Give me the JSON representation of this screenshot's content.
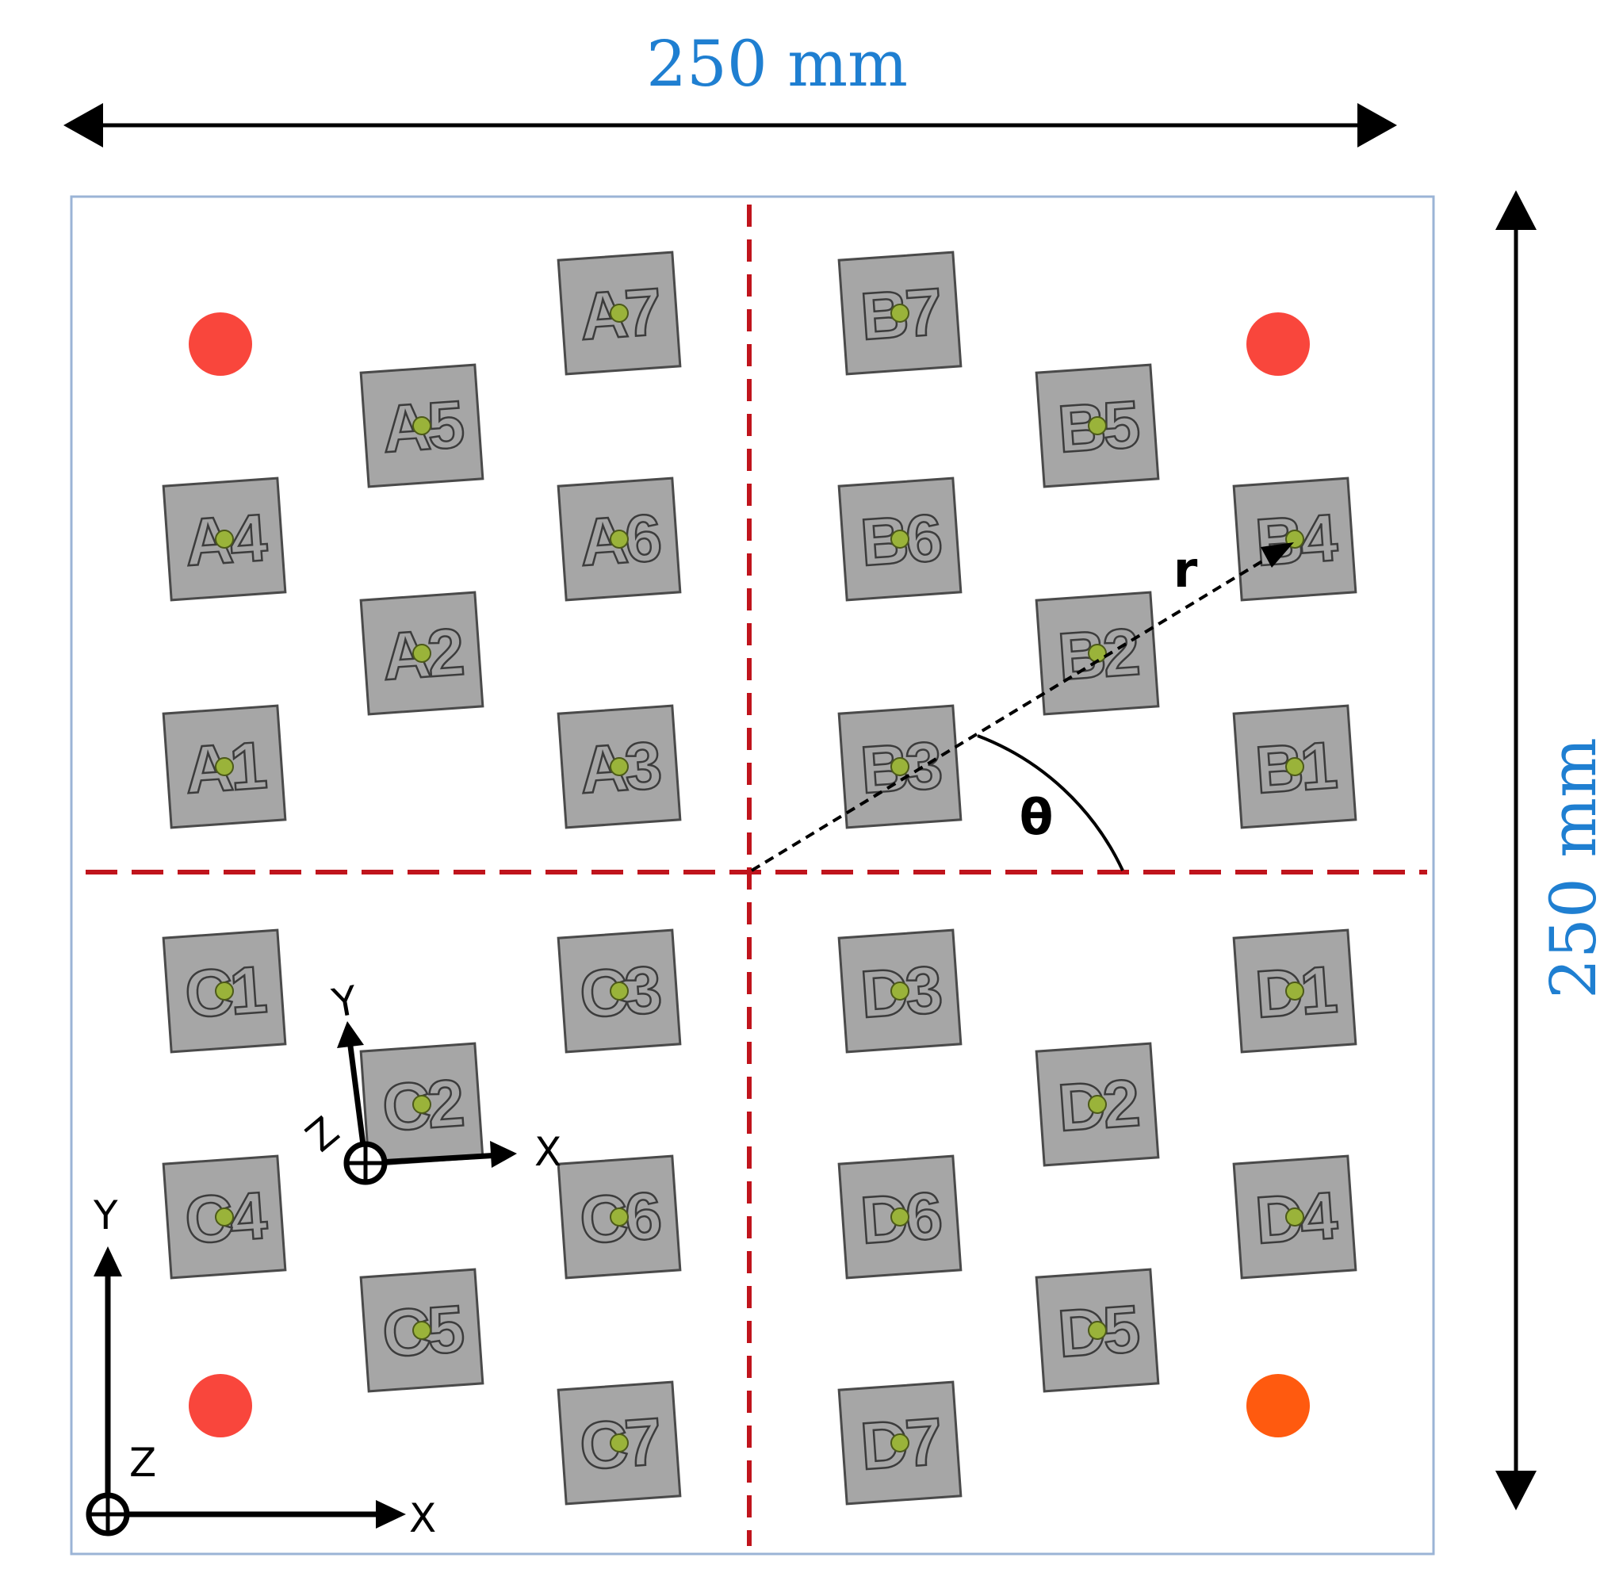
{
  "dimensions": {
    "width_label": "250 mm",
    "height_label": "250 mm"
  },
  "symbols": {
    "radius": "r",
    "angle": "θ"
  },
  "global_axes": {
    "x": "X",
    "y": "Y",
    "z": "Z"
  },
  "local_axes": {
    "x": "X",
    "y": "Y",
    "z": "Z"
  },
  "colors": {
    "sample_fill": "#a6a6a6",
    "sample_stroke": "#4a4a4a",
    "center_dot": "#9ab33a",
    "divider": "#c0141c",
    "dimension_text": "#1f7fd1",
    "marker_red": "#f9463c",
    "marker_orange": "#ff5a0f"
  },
  "samples": [
    "A1",
    "A2",
    "A3",
    "A4",
    "A5",
    "A6",
    "A7",
    "B1",
    "B2",
    "B3",
    "B4",
    "B5",
    "B6",
    "B7",
    "C1",
    "C2",
    "C3",
    "C4",
    "C5",
    "C6",
    "C7",
    "D1",
    "D2",
    "D3",
    "D4",
    "D5",
    "D6",
    "D7"
  ],
  "markers": [
    "red",
    "red",
    "red",
    "orange"
  ]
}
